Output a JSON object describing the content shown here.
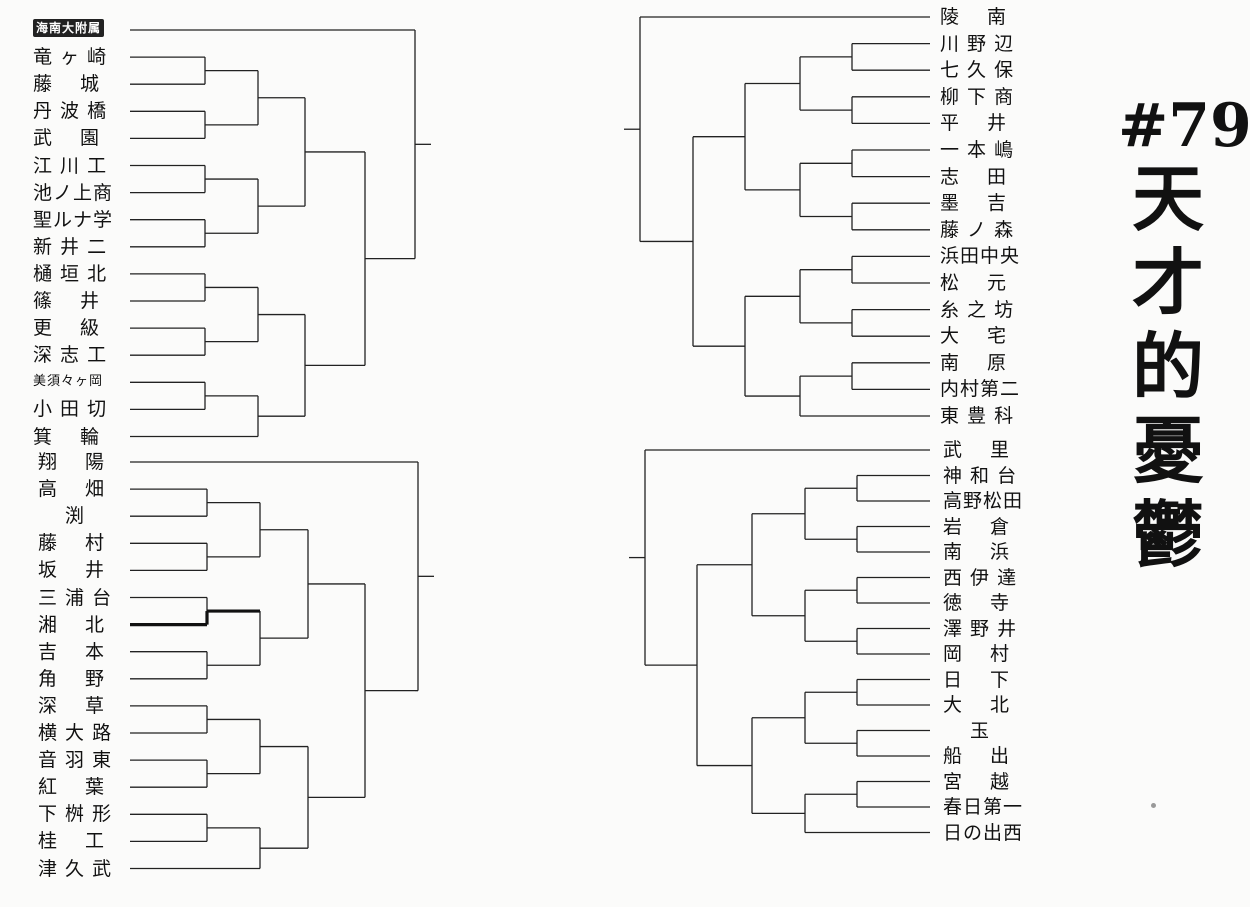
{
  "chapter": {
    "number": "#79",
    "title_chars": [
      "天",
      "才",
      "的",
      "憂",
      "鬱"
    ]
  },
  "left_top": [
    "海南大附属",
    "竜 ヶ 崎",
    "藤　 城",
    "丹 波 橋",
    "武　 園",
    "江 川 工",
    "池ノ上商",
    "聖ルナ学",
    "新 井 二",
    "樋 垣 北",
    "篠　 井",
    "更　 級",
    "深 志 工",
    "美須々ヶ岡",
    "小 田 切",
    "箕　 輪"
  ],
  "left_bottom": [
    "翔　 陽",
    "高　 畑",
    "　 渕",
    "藤　 村",
    "坂　 井",
    "三 浦 台",
    "湘　 北",
    "吉　 本",
    "角　 野",
    "深　 草",
    "横 大 路",
    "音 羽 東",
    "紅　 葉",
    "下 桝 形",
    "桂　 工",
    "津 久 武"
  ],
  "right_top": [
    "陵　 南",
    "川 野 辺",
    "七 久 保",
    "柳 下 商",
    "平　 井",
    "一 本 嶋",
    "志　 田",
    "墨　 吉",
    "藤 ノ 森",
    "浜田中央",
    "松　 元",
    "糸 之 坊",
    "大　 宅",
    "南　 原",
    "内村第二",
    "東 豊 科"
  ],
  "right_bottom": [
    "武　 里",
    "神 和 台",
    "高野松田",
    "岩　 倉",
    "南　 浜",
    "西 伊 達",
    "徳　 寺",
    "澤 野 井",
    "岡　 村",
    "日　 下",
    "大　 北",
    "　 玉",
    "船　 出",
    "宮　 越",
    "春日第一",
    "日の出西"
  ],
  "colors": {
    "line": "#222222",
    "highlight": "#111111",
    "background": "#fbfbfa"
  },
  "highlight_team": "湘　 北"
}
